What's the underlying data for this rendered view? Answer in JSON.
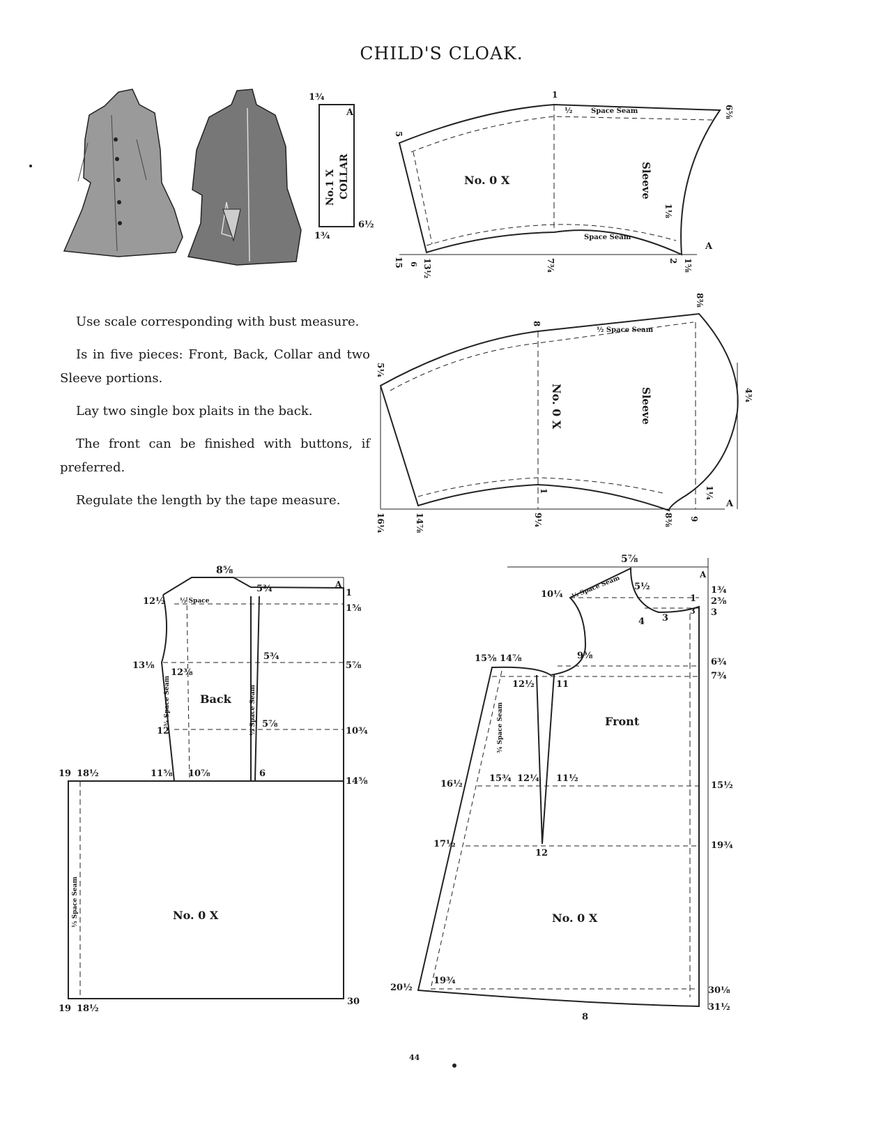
{
  "page": {
    "title": "CHILD'S CLOAK.",
    "page_number": "44"
  },
  "instructions": [
    "Use scale corresponding with bust measure.",
    "Is in five pieces: Front, Back, Collar and two Sleeve portions.",
    "Lay two single box plaits in the back.",
    "The front can be finished with buttons, if preferred.",
    "Regulate the length by the tape measure."
  ],
  "collar": {
    "name": "No.1 X",
    "label": "COLLAR",
    "letter": "A",
    "dims": [
      "1¾",
      "1¾",
      "6½"
    ]
  },
  "sleeve_upper": {
    "number": "No. 0 X",
    "label": "Sleeve",
    "seam": "Space Seam",
    "seam_frac": "½",
    "letter": "A",
    "measures": [
      "1",
      "6⅝",
      "5",
      "1⅛",
      "15",
      "13½",
      "7¾",
      "2",
      "1⅝",
      "6",
      "½"
    ]
  },
  "sleeve_under": {
    "number": "No. 0 X",
    "label": "Sleeve",
    "seam": "½ Space Seam",
    "letter": "A",
    "measures": [
      "8⅜",
      "8",
      "5¼",
      "4¾",
      "1¼",
      "1",
      "16¼",
      "14⅞",
      "9¼",
      "8⅜",
      "9"
    ]
  },
  "back": {
    "label": "Back",
    "number": "No. 0 X",
    "seam": "⅓ Space Seam",
    "seam2": "¾ Space Seam",
    "seam3": "½ Space Seam",
    "seam4": "½ Space",
    "letter": "A",
    "measures": [
      "8⅝",
      "5¾",
      "1",
      "12½",
      "1⅝",
      "13⅛",
      "12⅜",
      "5¾",
      "5⅞",
      "12",
      "5⅞",
      "10¾",
      "11⅝",
      "10⅞",
      "6",
      "14⅝",
      "19",
      "18½",
      "19",
      "18½",
      "30"
    ]
  },
  "front": {
    "label": "Front",
    "number": "No. 0 X",
    "seam": "⅓ Space Seam",
    "seam2": "¾ Space Seam",
    "letter": "A",
    "measures": [
      "5⅞",
      "10¼",
      "5½",
      "1¾",
      "1",
      "2⅝",
      "3",
      "4",
      "3",
      "3",
      "9⅝",
      "15⅝",
      "14⅞",
      "6¾",
      "7¾",
      "12½",
      "11",
      "16½",
      "15¾",
      "12¼",
      "11½",
      "15½",
      "17½",
      "12",
      "19¾",
      "20½",
      "19¾",
      "30⅛",
      "31½",
      "8"
    ]
  }
}
